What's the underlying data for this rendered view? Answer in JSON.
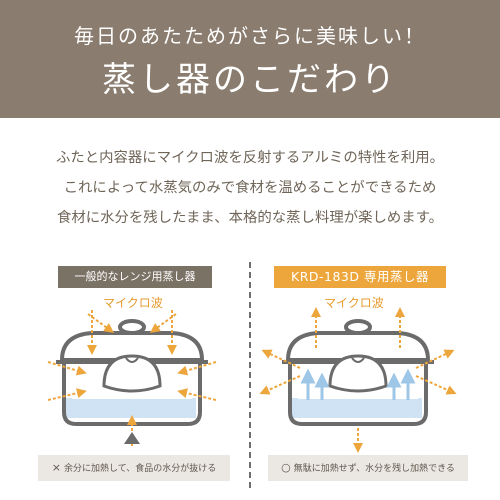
{
  "header": {
    "subtitle": "毎日のあたためがさらに美味しい！",
    "title": "蒸し器のこだわり"
  },
  "intro": {
    "lines": [
      "ふたと内容器にマイクロ波を反射するアルミの特性を利用。",
      "これによって水蒸気のみで食材を温めることができるため",
      "食材に水分を残したまま、本格的な蒸し料理が楽しめます。"
    ]
  },
  "left": {
    "label": "一般的なレンジ用蒸し器",
    "microwave": "マイクロ波",
    "caption_mark": "×",
    "caption": "余分に加熱して、食品の水分が抜ける"
  },
  "right": {
    "label": "KRD-183D 専用蒸し器",
    "microwave": "マイクロ波",
    "caption_mark": "○",
    "caption": "無駄に加熱せず、水分を残し加熱できる"
  },
  "colors": {
    "header_bg": "#8a7c6e",
    "accent": "#eda63c",
    "label_dark": "#7b7266",
    "pot_line": "#6b6b6b",
    "water": "#cfe3f4",
    "steam": "#9ec6e6",
    "caption_bg": "#ebe8e3"
  }
}
